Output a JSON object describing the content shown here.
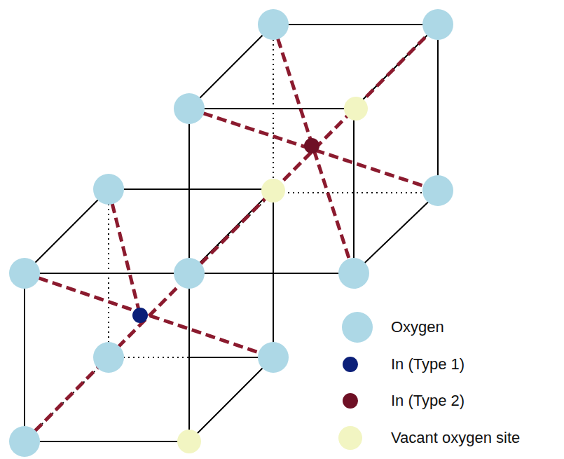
{
  "diagram": {
    "legend": [
      {
        "text": "Oxygen",
        "color": "#add8e6"
      },
      {
        "text": "In (Type 1)",
        "color": "#0b1f78"
      },
      {
        "text": "In (Type 2)",
        "color": "#6e1025"
      },
      {
        "text": "Vacant oxygen site",
        "color": "#f2f5c2"
      }
    ]
  }
}
